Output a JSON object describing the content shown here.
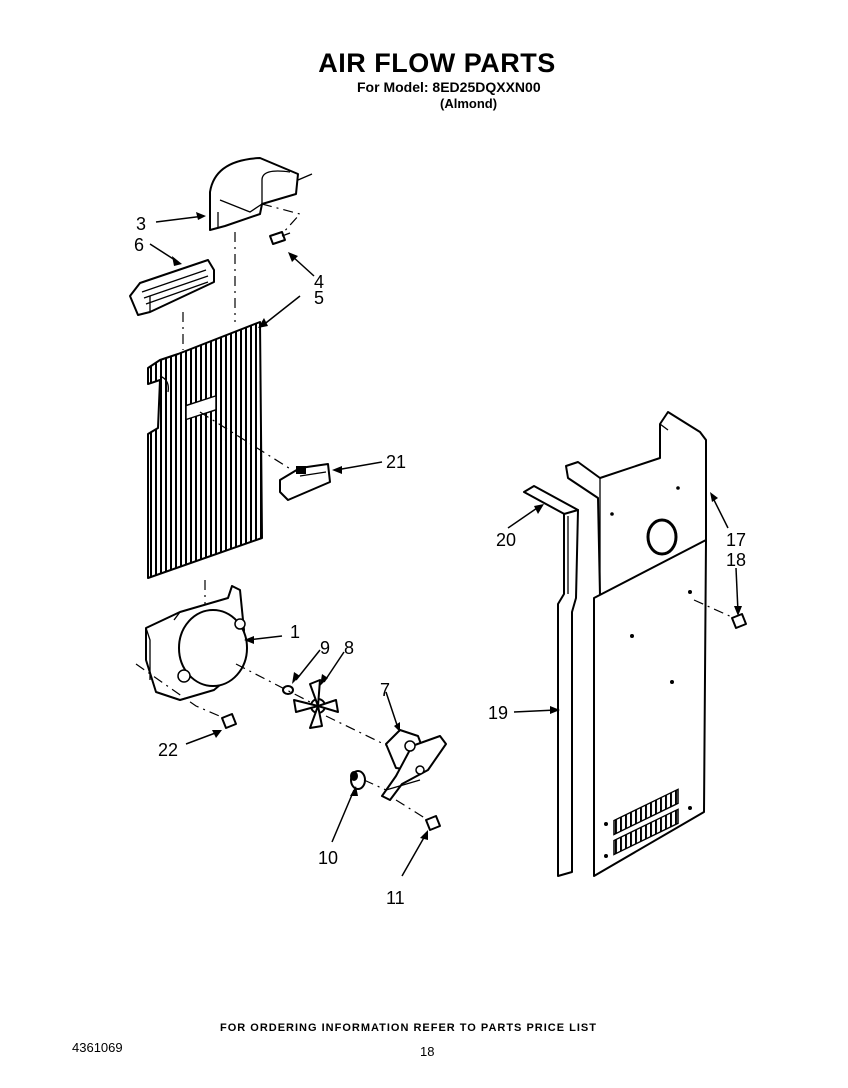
{
  "header": {
    "title": "AIR FLOW PARTS",
    "model_line": "For Model: 8ED25DQXXN00",
    "color_line": "(Almond)"
  },
  "callouts": {
    "c1": "1",
    "c3": "3",
    "c4": "4",
    "c5": "5",
    "c6": "6",
    "c7": "7",
    "c8": "8",
    "c9": "9",
    "c10": "10",
    "c11": "11",
    "c17": "17",
    "c18": "18",
    "c19": "19",
    "c20": "20",
    "c21": "21",
    "c22": "22"
  },
  "footer": {
    "ordering_info": "FOR ORDERING INFORMATION REFER TO PARTS PRICE LIST",
    "doc_number": "4361069",
    "page_number": "18"
  }
}
